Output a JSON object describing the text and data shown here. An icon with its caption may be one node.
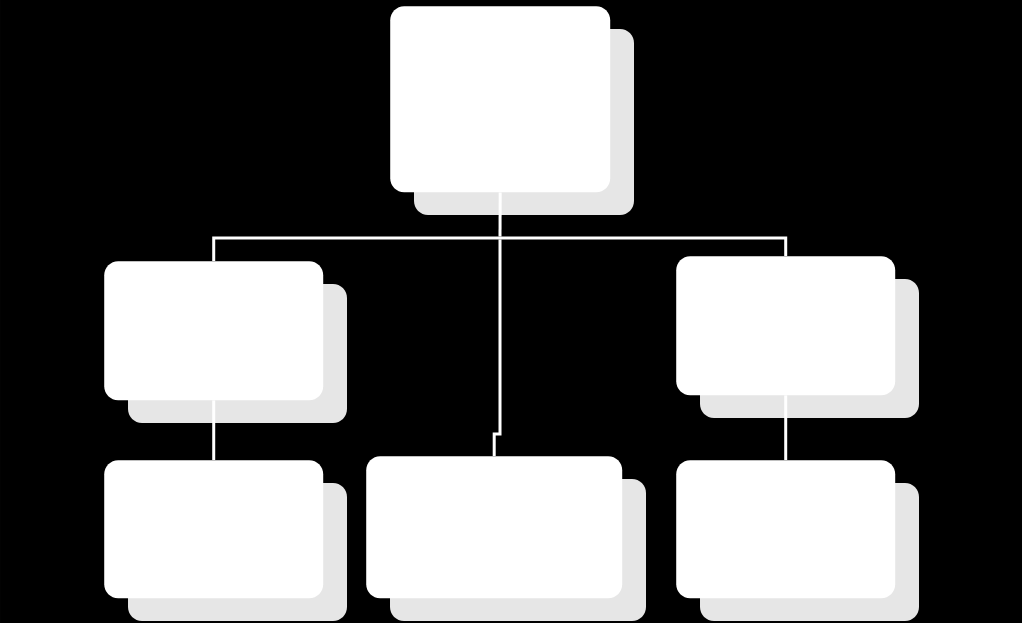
{
  "diagram": {
    "nodes": [
      {
        "text": [],
        "shape": "box"
      },
      {
        "text": [],
        "shape": "box"
      },
      {
        "text": [],
        "shape": "box"
      },
      {
        "text": [],
        "shape": "box"
      },
      {
        "text": [],
        "shape": "box"
      },
      {
        "text": [],
        "shape": "box"
      }
    ],
    "edges": [
      {
        "from": 0,
        "to": 1,
        "arrow": "none"
      },
      {
        "from": 0,
        "to": 2,
        "arrow": "none"
      },
      {
        "from": 0,
        "to": 4,
        "arrow": "none"
      },
      {
        "from": 1,
        "to": 3,
        "arrow": "none"
      },
      {
        "from": 2,
        "to": 5,
        "arrow": "none"
      }
    ]
  }
}
